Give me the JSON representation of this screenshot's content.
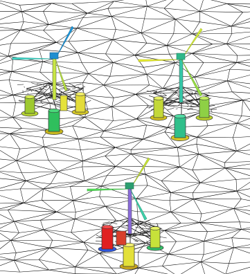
{
  "scene": {
    "background": "#ffffff",
    "mesh_color": "#000000",
    "turbines": [
      {
        "id": "turbine-1",
        "tower_color": "#c8e645",
        "blade_colors": [
          "#1f9be0",
          "#43d6c8",
          "#b8e04a"
        ]
      },
      {
        "id": "turbine-2",
        "tower_color": "#35c8a8",
        "blade_colors": [
          "#d7f03a",
          "#e9ef2f",
          "#99e044"
        ]
      },
      {
        "id": "turbine-3",
        "tower_color": "#8a6bd9",
        "blade_colors": [
          "#58e05c",
          "#c9e63a",
          "#3fd2ab"
        ]
      }
    ],
    "float_colors": {
      "low": "#2f58e0",
      "mid": "#36c26a",
      "high": "#e8ea36",
      "hot": "#e02020"
    }
  }
}
